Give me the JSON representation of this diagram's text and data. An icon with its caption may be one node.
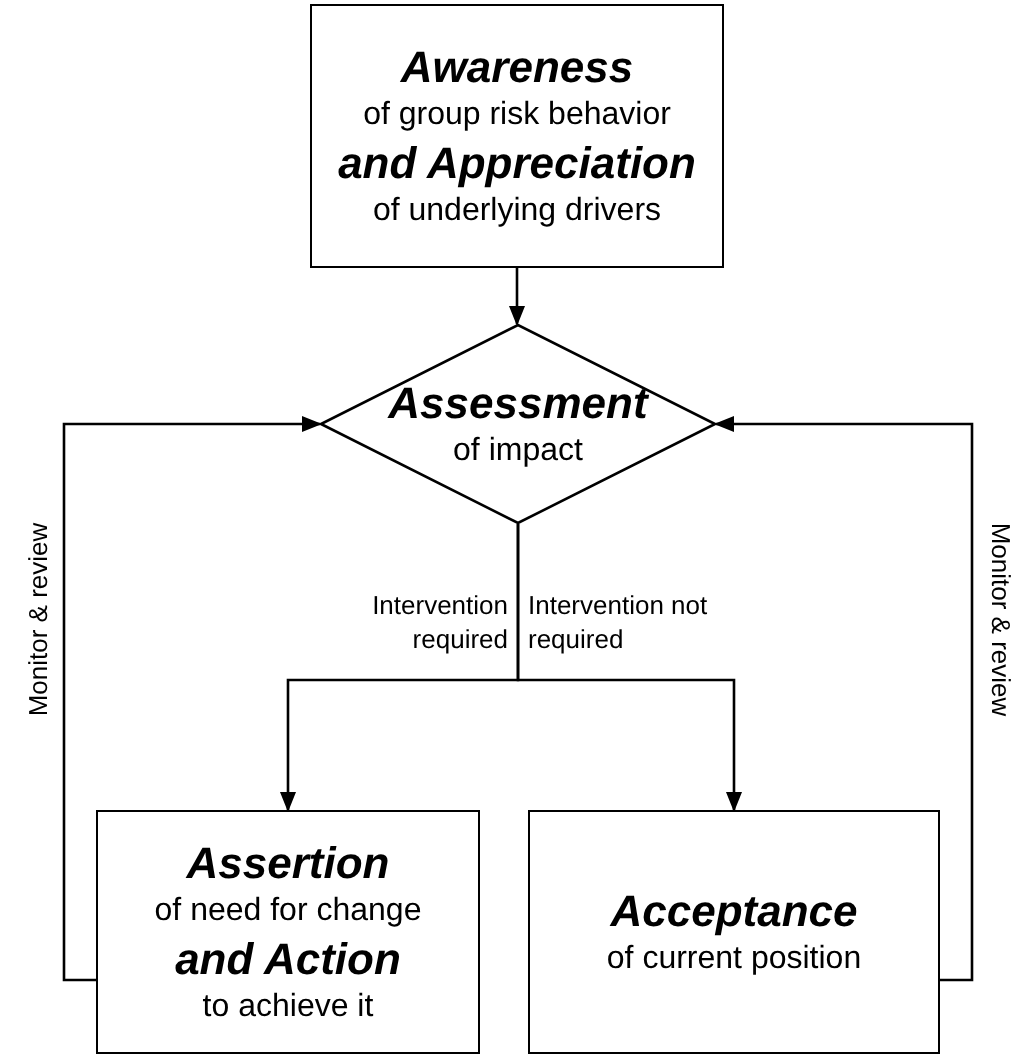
{
  "diagram": {
    "nodes": [
      {
        "text": [
          "Awareness",
          "of group risk behavior",
          "and Appreciation",
          "of underlying drivers"
        ]
      },
      {
        "text": [
          "Assessment",
          "of impact"
        ]
      },
      {
        "text": [
          "Assertion",
          "of need for change",
          "and Action",
          "to achieve it"
        ]
      },
      {
        "text": [
          "Acceptance",
          "of current position"
        ]
      }
    ],
    "edges": [
      {
        "from": 0,
        "to": 1,
        "arrow": "to"
      },
      {
        "from": 1,
        "to": 2,
        "arrow": "to",
        "label": "Intervention required"
      },
      {
        "from": 1,
        "to": 3,
        "arrow": "to",
        "label": "Intervention not required"
      },
      {
        "from": 2,
        "to": 1,
        "arrow": "to",
        "label": "Monitor & review"
      },
      {
        "from": 3,
        "to": 1,
        "arrow": "to",
        "label": "Monitor & review"
      }
    ]
  }
}
